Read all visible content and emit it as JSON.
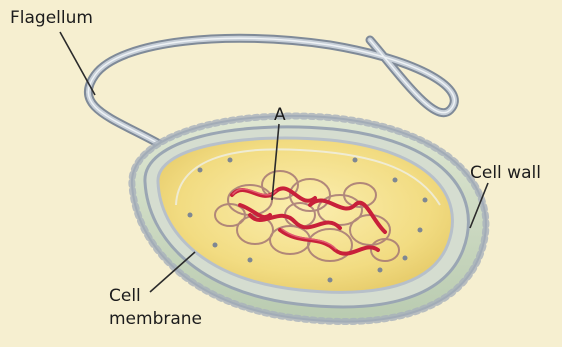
{
  "labels": {
    "flagellum": "Flagellum",
    "a": "A",
    "cell_wall": "Cell wall",
    "cell_membrane_line1": "Cell",
    "cell_membrane_line2": "membrane"
  },
  "colors": {
    "background": "#f6efd0",
    "outer_wall": "#c9cfd6",
    "capsule_layer": "#cfe0c3",
    "cytoplasm": "#f4e08a",
    "membrane": "#aeb7c2",
    "dna": "#c8203a",
    "dna_coils": "#b07a78",
    "flagellum": "#aab3bf"
  },
  "icons": {
    "flagellum": "flagellum-icon",
    "cell_body": "bacterium-cell-icon",
    "dna": "nucleoid-dna-icon"
  }
}
